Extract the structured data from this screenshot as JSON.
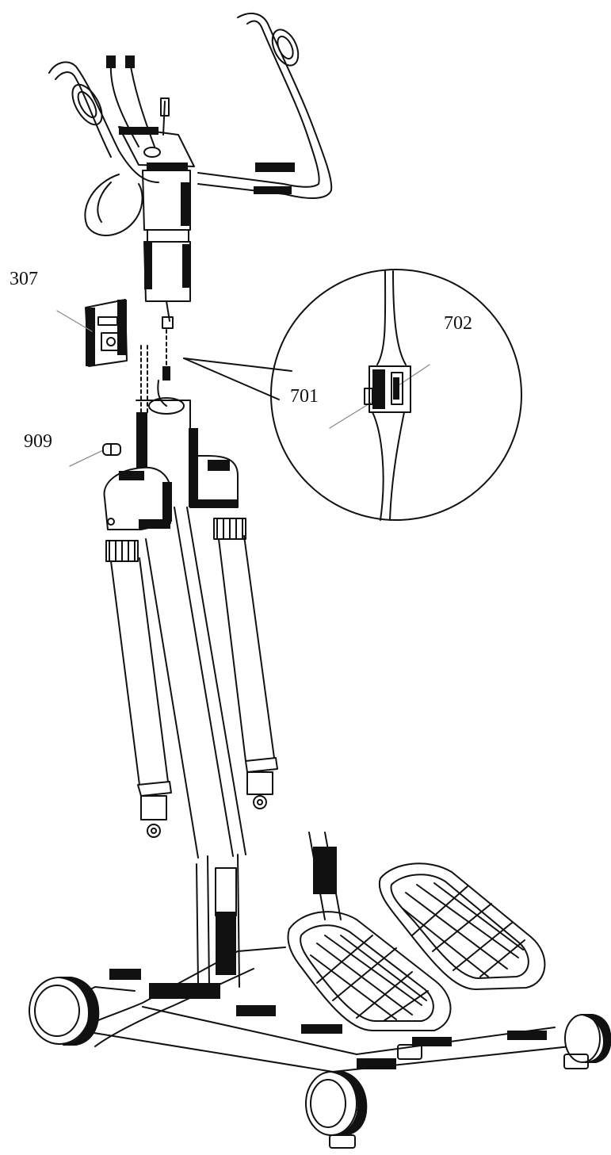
{
  "labels": {
    "p307": "307",
    "p909": "909",
    "p701": "701",
    "p702": "702"
  },
  "colors": {
    "ink": "#111111",
    "paper": "#ffffff",
    "leader": "#8a8a8a"
  }
}
